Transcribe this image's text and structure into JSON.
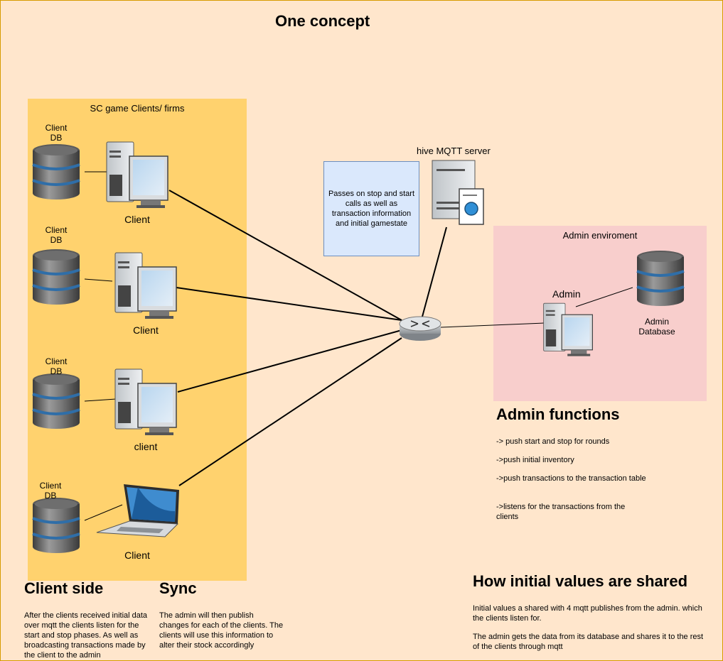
{
  "title": "One concept",
  "client_zone": {
    "label": "SC game Clients/ firms"
  },
  "clients": [
    {
      "db_label": "Client DB",
      "label": "Client"
    },
    {
      "db_label": "Client DB",
      "label": "Client"
    },
    {
      "db_label": "Client DB",
      "label": "client"
    },
    {
      "db_label": "Client DB",
      "label": "Client"
    }
  ],
  "server": {
    "label": "hive MQTT server"
  },
  "note": {
    "text": "Passes on stop and start calls as well as transaction information and initial gamestate"
  },
  "admin_zone": {
    "label": "Admin enviroment",
    "admin_label": "Admin",
    "db_label": "Admin Database"
  },
  "admin_functions": {
    "heading": "Admin functions",
    "items": [
      "-> push start and stop for rounds",
      "->push initial inventory",
      "->push transactions to the transaction table",
      "->listens for the transactions  from the clients"
    ]
  },
  "client_side": {
    "heading": "Client side",
    "text": "After the clients received initial data over mqtt the clients listen for the start and stop phases. As well as broadcasting transactions made by the client to the admin"
  },
  "sync": {
    "heading": "Sync",
    "text": "The admin will then publish changes for each of the clients. The clients will use this information to alter their stock accordingly"
  },
  "initial_values": {
    "heading": "How initial values are shared",
    "p1": "Initial values a shared with 4 mqtt publishes from the admin. which the clients listen for.",
    "p2": "The admin gets the data from its database and shares it to the rest of the clients through mqtt"
  }
}
